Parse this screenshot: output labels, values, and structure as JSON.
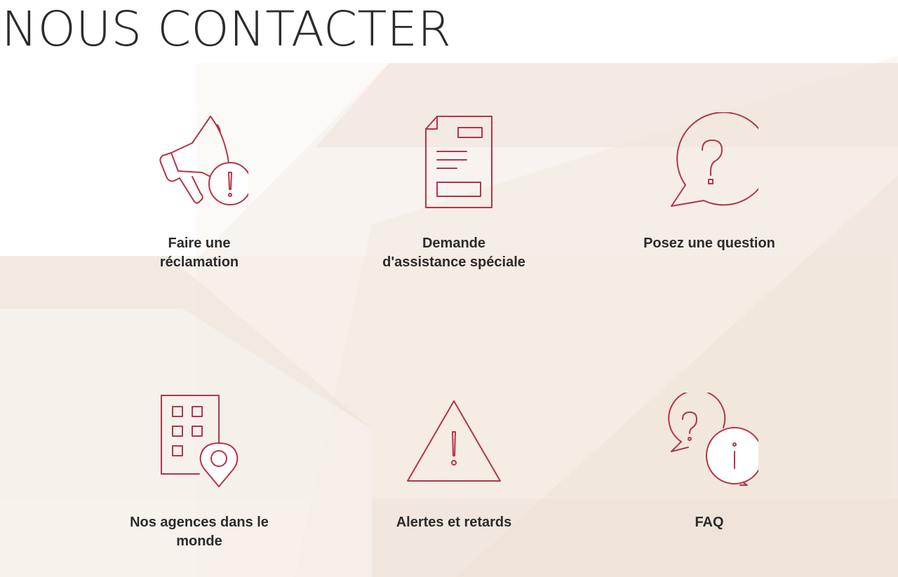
{
  "page": {
    "title": "NOUS CONTACTER"
  },
  "theme": {
    "accent": "#b53447",
    "text": "#2b2b2b",
    "background_tint": "#f3e9e0"
  },
  "tiles": [
    {
      "label": "Faire une\nréclamation",
      "icon": "megaphone-alert-icon"
    },
    {
      "label": "Demande\nd'assistance spéciale",
      "icon": "document-form-icon"
    },
    {
      "label": "Posez une question",
      "icon": "question-bubble-icon"
    },
    {
      "label": "Nos agences dans le\nmonde",
      "icon": "building-location-icon"
    },
    {
      "label": "Alertes et retards",
      "icon": "warning-triangle-icon"
    },
    {
      "label": "FAQ",
      "icon": "faq-bubbles-icon"
    }
  ]
}
